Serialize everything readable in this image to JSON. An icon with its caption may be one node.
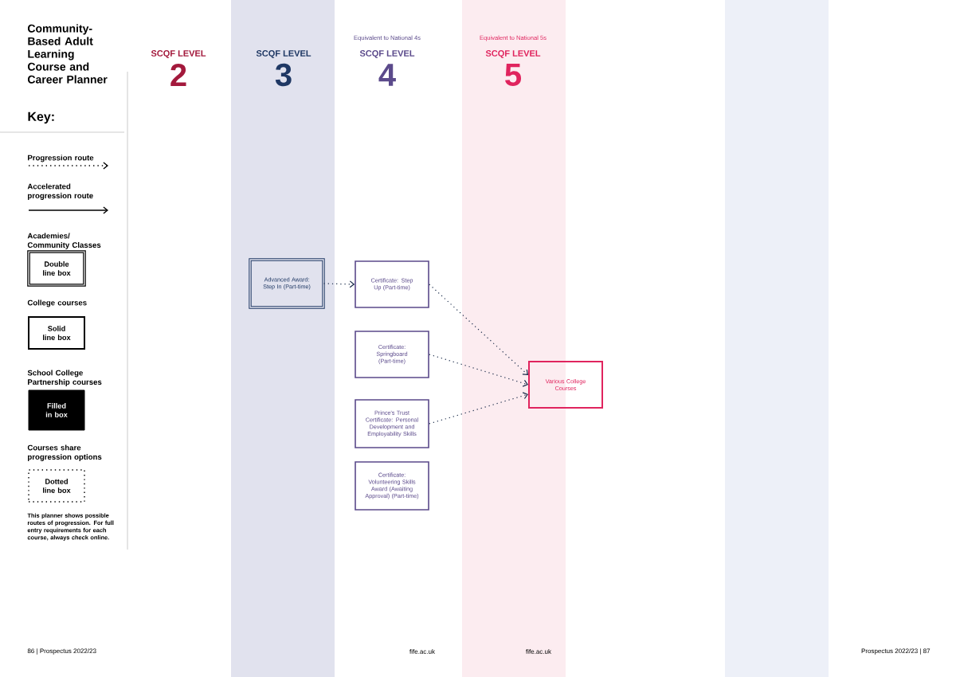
{
  "diagram": {
    "title": "Community-Based Adult Learning Course and Career Planner",
    "nodes": [
      {
        "text": [
          "Advanced Award: Step In (Part-time)"
        ]
      },
      {
        "text": [
          "Certificate: Step Up (Part-time)"
        ]
      },
      {
        "text": [
          "Certificate: Springboard (Part-time)"
        ]
      },
      {
        "text": [
          "Prince's Trust Certificate: Personal Development and Employability Skills"
        ]
      },
      {
        "text": [
          "Certificate: Volunteering Skills Award (Awaiting Approval) (Part-time)"
        ]
      },
      {
        "text": [
          "Various College Courses"
        ]
      },
      {
        "text": [
          "Double line box"
        ],
        "beside": [
          "Academies/ Community Classes"
        ]
      },
      {
        "text": [
          "Solid line box"
        ],
        "beside": [
          "College courses"
        ]
      },
      {
        "text": [
          "Filled in box"
        ],
        "beside": [
          "School College Partnership courses"
        ]
      },
      {
        "text": [
          "Dotted line box"
        ],
        "beside": [
          "Courses share progression options"
        ]
      }
    ],
    "edges": [
      {
        "from": 0,
        "to": 1,
        "arrow": "to"
      },
      {
        "from": 1,
        "to": 5,
        "arrow": "to"
      },
      {
        "from": 2,
        "to": 5,
        "arrow": "to"
      },
      {
        "from": 3,
        "to": 5,
        "arrow": "to"
      }
    ],
    "labels": [
      "Key:",
      "SCQF LEVEL",
      "2",
      "SCQF LEVEL",
      "3",
      "Equivalent to National 4s",
      "SCQF LEVEL",
      "4",
      "Equivalent to National 5s",
      "SCQF LEVEL",
      "5",
      "This planner shows possible routes of progression. For full entry requirements for each course, always check online.",
      "86 | Prospectus 2022/23",
      "fife.ac.uk",
      "fife.ac.uk",
      "Prospectus 2022/23 | 87"
    ],
    "legend": [
      {
        "text": "Progression route"
      },
      {
        "text": "Accelerated progression route"
      }
    ]
  }
}
